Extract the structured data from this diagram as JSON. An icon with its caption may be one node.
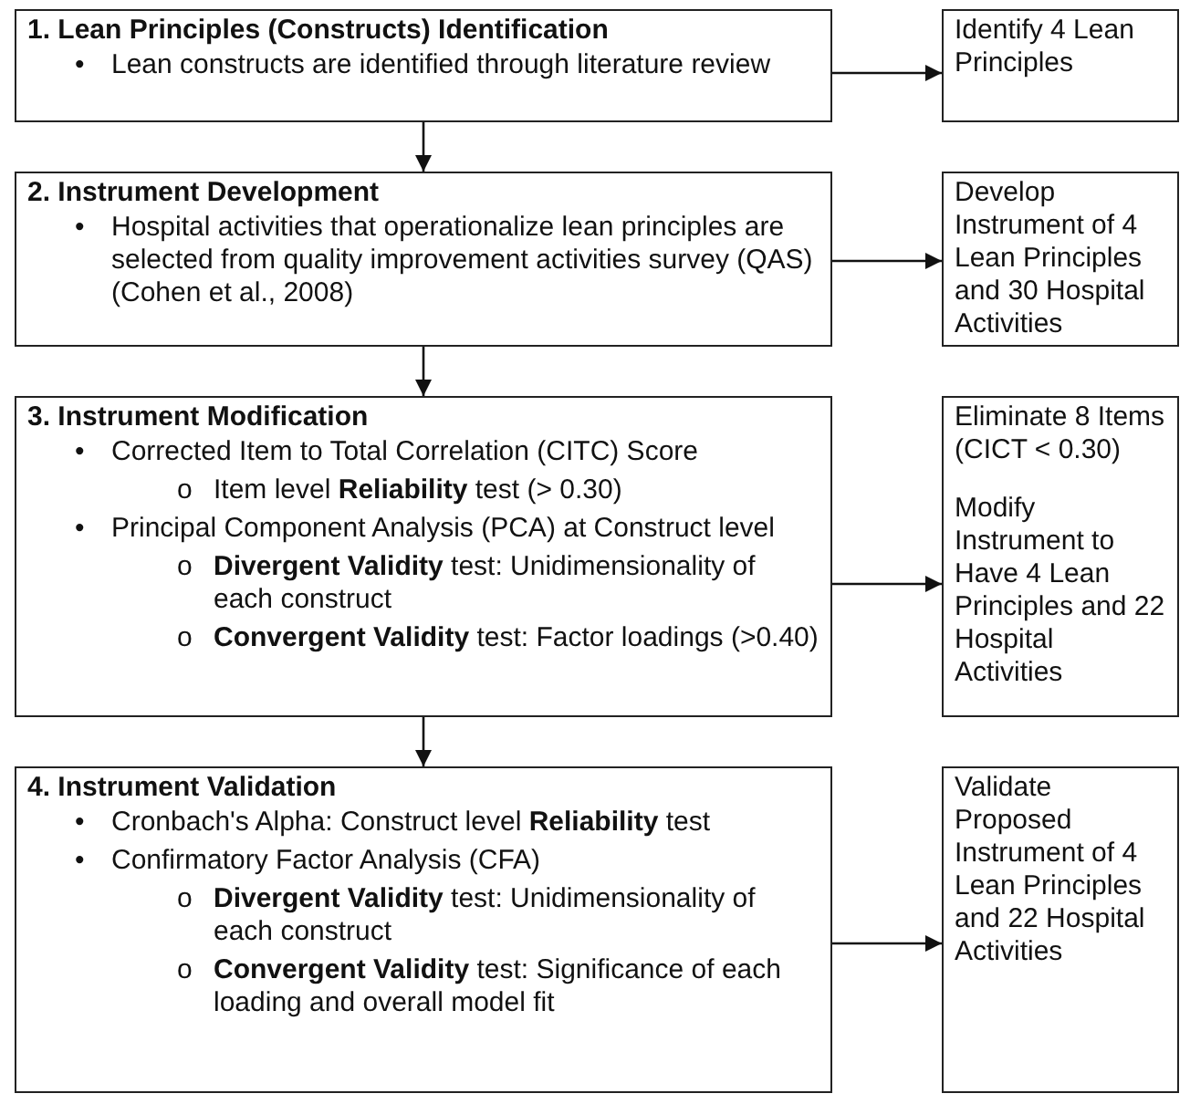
{
  "diagram": {
    "nodes": [
      {
        "text": [
          "1. Lean Principles (Constructs) Identification",
          "Lean constructs are identified through literature review"
        ]
      },
      {
        "text": [
          "Identify 4 Lean Principles"
        ]
      },
      {
        "text": [
          "2. Instrument Development",
          "Hospital activities that operationalize lean principles are selected from quality improvement activities survey (QAS) (Cohen et al., 2008)"
        ]
      },
      {
        "text": [
          "Develop Instrument of 4 Lean Principles and 30 Hospital Activities"
        ]
      },
      {
        "text": [
          "3. Instrument Modification",
          "Corrected Item to Total Correlation (CITC) Score",
          "Item level **Reliability** test (> 0.30)",
          "Principal Component Analysis (PCA) at Construct level",
          "**Divergent Validity** test: Unidimensionality of each construct",
          "**Convergent Validity** test: Factor loadings (>0.40)"
        ]
      },
      {
        "text": [
          "Eliminate 8 Items (CICT < 0.30)",
          "Modify Instrument to Have 4 Lean Principles and 22 Hospital Activities"
        ]
      },
      {
        "text": [
          "4. Instrument Validation",
          "Cronbach's Alpha: Construct level **Reliability** test",
          "Confirmatory Factor Analysis (CFA)",
          "**Divergent Validity** test: Unidimensionality of each construct",
          "**Convergent Validity** test: Significance of each loading and overall model fit"
        ]
      },
      {
        "text": [
          "Validate Proposed Instrument of 4 Lean Principles and 22 Hospital Activities"
        ]
      }
    ],
    "edges": [
      {
        "from": 0,
        "to": 1,
        "arrow": "to"
      },
      {
        "from": 0,
        "to": 2,
        "arrow": "to"
      },
      {
        "from": 2,
        "to": 3,
        "arrow": "to"
      },
      {
        "from": 2,
        "to": 4,
        "arrow": "to"
      },
      {
        "from": 4,
        "to": 5,
        "arrow": "to"
      },
      {
        "from": 4,
        "to": 6,
        "arrow": "to"
      },
      {
        "from": 6,
        "to": 7,
        "arrow": "to"
      }
    ],
    "labels": [
      "•",
      "•",
      "•",
      "o",
      "•",
      "o",
      "o",
      "•",
      "•",
      "o",
      "o"
    ]
  }
}
